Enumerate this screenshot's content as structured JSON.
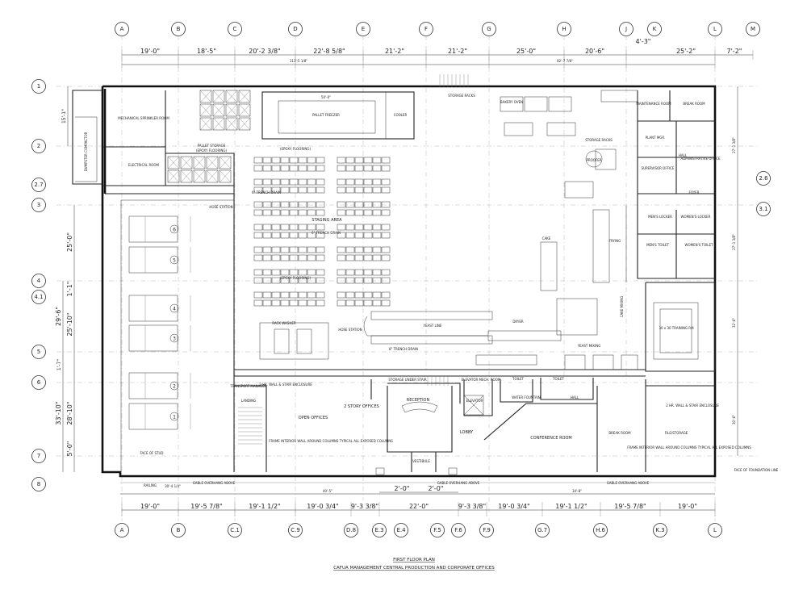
{
  "title": {
    "line1": "FIRST FLOOR PLAN",
    "line2": "CAFUA MANAGEMENT CENTRAL PRODUCTION AND CORPORATE OFFICES"
  },
  "grid_columns_top": [
    "A",
    "B",
    "C",
    "D",
    "E",
    "F",
    "G",
    "H",
    "J",
    "K",
    "L",
    "M"
  ],
  "grid_columns_bottom": [
    "A",
    "B",
    "C.1",
    "C.9",
    "D.8",
    "E.3",
    "E.4",
    "F.5",
    "F.6",
    "F.9",
    "G.7",
    "H.6",
    "K.3",
    "L"
  ],
  "grid_rows_left": [
    "1",
    "2",
    "2.7",
    "3",
    "4",
    "4.1",
    "5",
    "6",
    "7",
    "8"
  ],
  "grid_rows_right": [
    "2.6",
    "3.1"
  ],
  "dims_top": [
    "19'-0\"",
    "18'-5\"",
    "20'-2 3/8\"",
    "22'-8 5/8\"",
    "21'-2\"",
    "21'-2\"",
    "25'-0\"",
    "20'-6\"",
    "25'-2\"",
    "7'-2\""
  ],
  "dim_top_k": "4'-3\"",
  "dims_bottom": [
    "19'-0\"",
    "19'-5 7/8\"",
    "19'-1 1/2\"",
    "19'-0 3/4\"",
    "9'-3 3/8\"",
    "22'-0\"",
    "9'-3 3/8\"",
    "19'-0 3/4\"",
    "19'-1 1/2\"",
    "19'-5 7/8\"",
    "19'-0\""
  ],
  "dims_bottom_small": [
    "2'-0\"",
    "2'-0\""
  ],
  "dims_left": [
    "25'-0\"",
    "1'-1\"",
    "25'-10\"",
    "29'-6\"",
    "28'-10\"",
    "33'-10\"",
    "5'-0\""
  ],
  "dims_left_small": [
    "15'-1\"",
    "1'-7\""
  ],
  "dims_right": [
    "27'-1 3/8\"",
    "27'-1 3/8\"",
    "32'-6\"",
    "30'-6\""
  ],
  "rooms": {
    "mechanical": "MECHANICAL SPRINKLER ROOM",
    "electrical": "ELECTRICAL ROOM",
    "dumpster": "DUMPSTER COMPACTOR",
    "pallet": "PALLET STORAGE",
    "pallet_sub": "(EPOXY FLOORING)",
    "pallet_freezer": "PALLET FREEZER",
    "cooler": "COOLER",
    "staging": "STAGING AREA",
    "epoxy": "(EPOXY FLOORING)",
    "rack_washer": "RACK WASHER",
    "yeast_line": "YEAST LINE",
    "yeast_mixing": "YEAST MIXING",
    "cake_mixing": "CAKE MIXING",
    "frying": "FRYING",
    "cake": "CAKE",
    "maintenance": "MAINTENANCE ROOM",
    "break_room_top": "BREAK ROOM",
    "plant_mgr": "PLANT MGR.",
    "hall": "HALL",
    "admin_office": "ADMINISTRATIVE OFFICE",
    "supervisor": "SUPERVISOR OFFICE",
    "foyer": "FOYER",
    "mens_locker": "MEN'S LOCKER",
    "womens_locker": "WOMEN'S LOCKER",
    "mens_toilet": "MEN'S TOILET",
    "womens_toilet": "WOMEN'S TOILET",
    "training": "30 x 30 TRAINING RM",
    "transport": "TRANSPORT MANAGER",
    "landing": "LANDING",
    "open_offices": "OPEN OFFICES",
    "two_story": "2 STORY OFFICES",
    "reception": "RECEPTION",
    "storage_stair": "STORAGE UNDER STAIR",
    "elevator": "ELEVATOR",
    "elevator_mech": "ELEVATOR MECH. ROOM",
    "toilet1": "TOILET",
    "toilet2": "TOILET",
    "water_fountain": "WATER FOUNTAIN",
    "hall_lower": "HALL",
    "lobby": "LOBBY",
    "vestibule": "VESTIBULE",
    "conference": "CONFERENCE ROOM",
    "break_room": "BREAK ROOM",
    "file_storage": "FILE/STORAGE",
    "dryer": "DRYER",
    "baker_oven": "BAKERY OVEN",
    "storage_racks": "STORAGE RACKS",
    "hose_station": "HOSE STATION",
    "proofer": "PROOFER"
  },
  "bay_numbers": [
    "6",
    "5",
    "4",
    "3",
    "2",
    "1"
  ],
  "notes": {
    "trench": "6\" TRENCH DRAIN",
    "trench2": "8\" TRENCH DRAIN",
    "railing": "RAILING",
    "gable": "GABLE OVERHANG ABOVE",
    "face_stud": "FACE OF STUD",
    "face_foundation": "FACE OF FOUNDATION LINE",
    "frame_wall": "FRAME INTERIOR WALL AROUND COLUMNS TYPICAL ALL EXPOSED COLUMNS",
    "stair_encl": "2 HR. WALL & STAIR ENCLOSURE",
    "dim_30": "30'-4 1/4\"",
    "dim_40": "40'-5\"",
    "dim_34": "34'-8\"",
    "dim_50": "50'-0\"",
    "dim_113": "113'-5 1/8\"",
    "dim_82": "82'-7 7/8\""
  }
}
